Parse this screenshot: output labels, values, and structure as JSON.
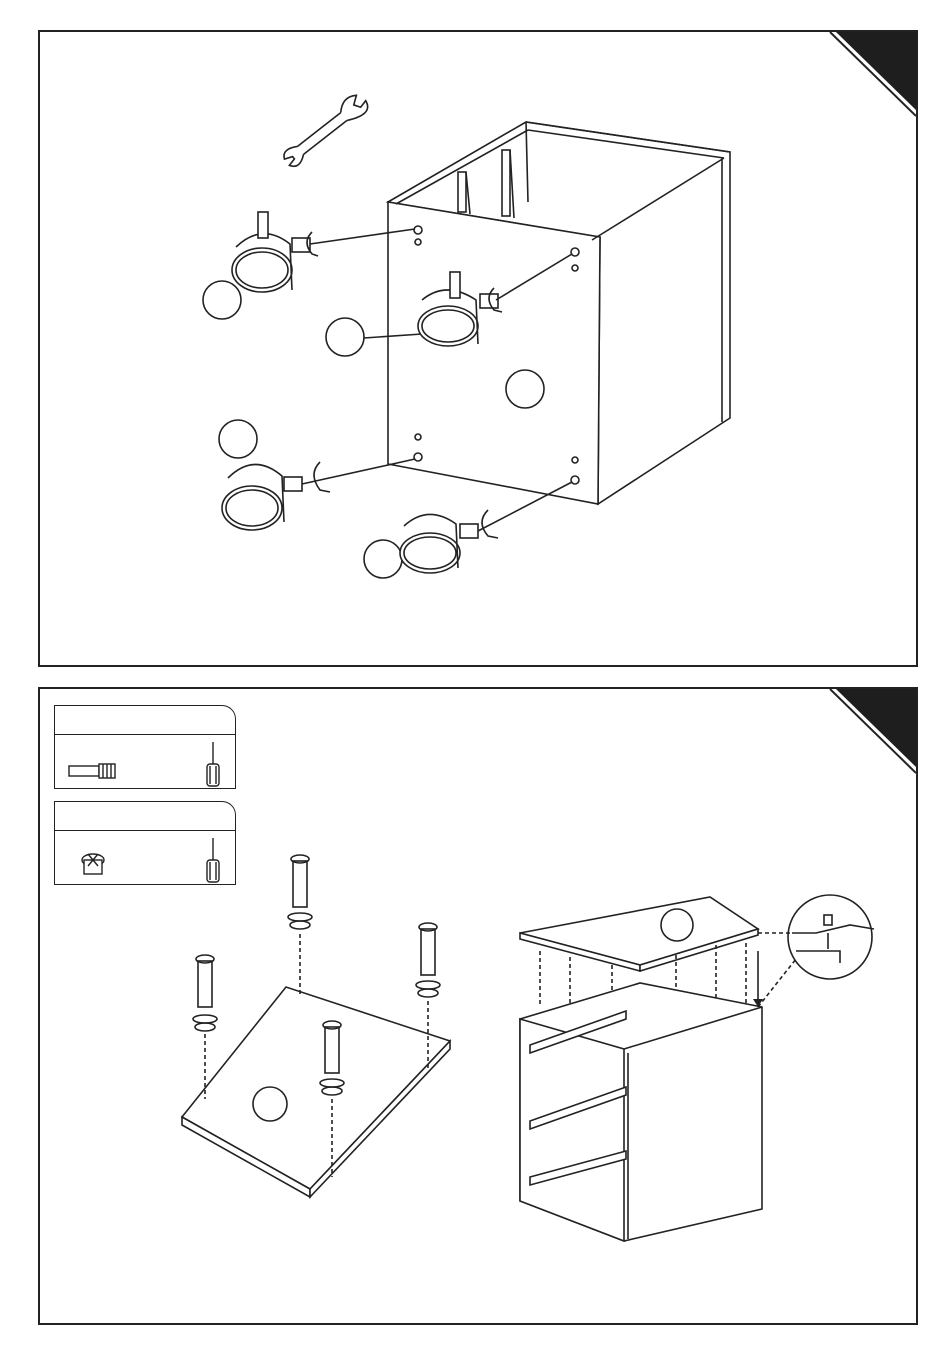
{
  "document": {
    "type": "assembly-instructions",
    "steps": [
      {
        "id": "step-caster-mounting",
        "parts": [
          "caster-1",
          "caster-2",
          "caster-3",
          "caster-4",
          "cabinet-base-panel"
        ],
        "tool": "wrench-icon"
      },
      {
        "id": "step-top-panel-mounting",
        "hardware": [
          {
            "item": "cam-bolt-icon",
            "tool": "screwdriver-icon"
          },
          {
            "item": "cam-lock-nut-icon",
            "tool": "screwdriver-icon"
          }
        ],
        "parts": [
          "top-panel-loose",
          "top-panel-on-cabinet",
          "cabinet-with-drawer-runners",
          "detail-callout"
        ]
      }
    ]
  },
  "colors": {
    "line": "#222222",
    "corner_tab": "#1e1e1e",
    "paper": "#ffffff"
  }
}
